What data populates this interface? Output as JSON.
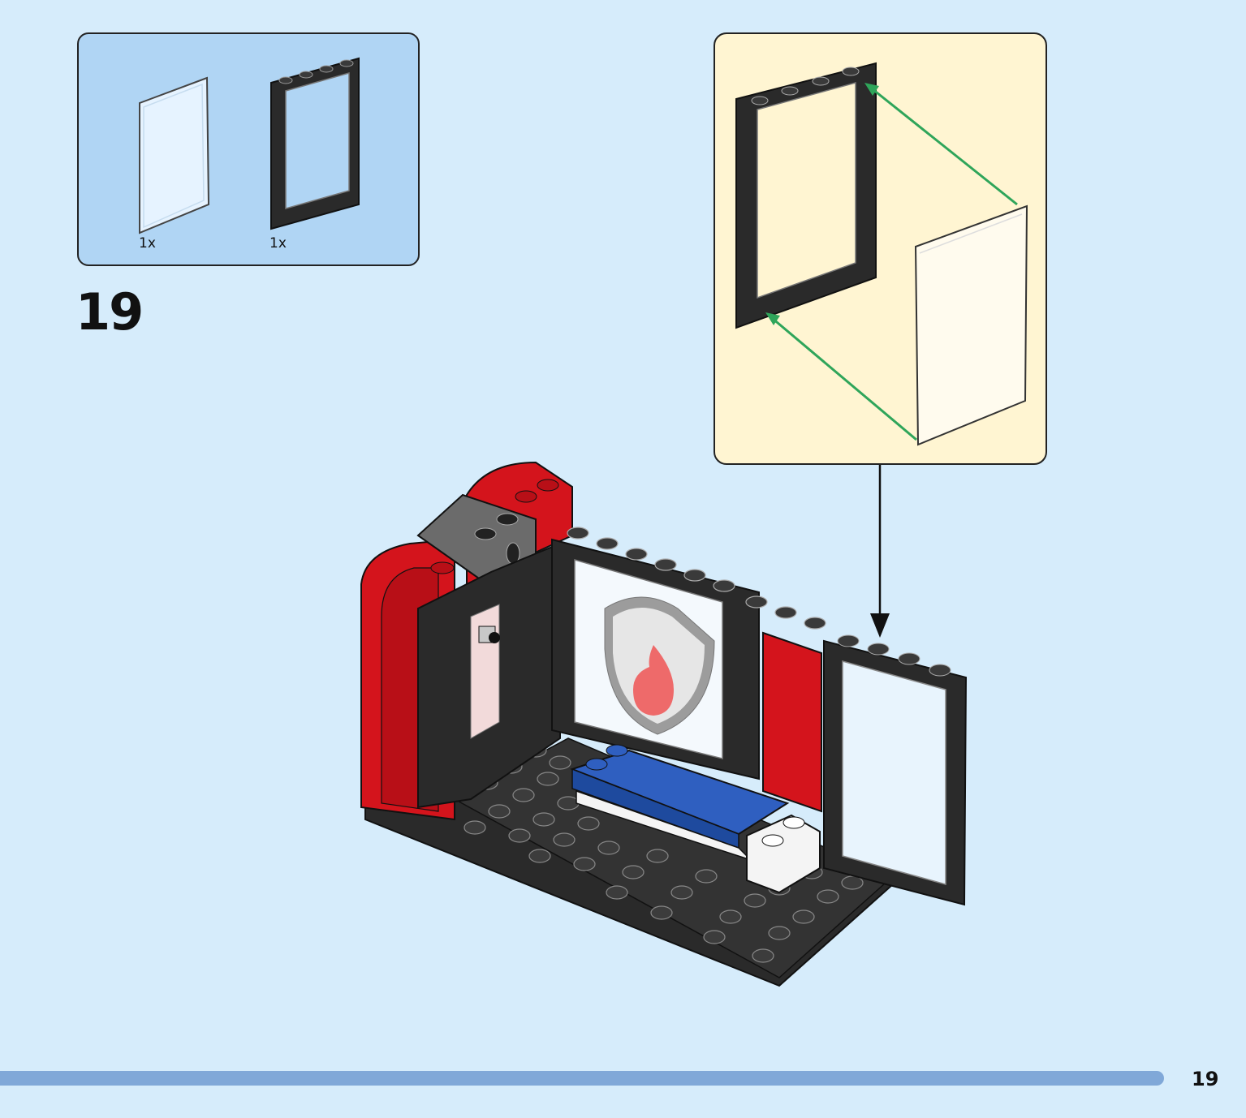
{
  "parts_list": {
    "items": [
      {
        "part": "glass-pane",
        "quantity": "1x"
      },
      {
        "part": "window-frame",
        "quantity": "1x"
      }
    ]
  },
  "step": {
    "number": "19"
  },
  "page": {
    "number": "19"
  },
  "colors": {
    "background": "#d6ecfb",
    "parts_box": "#b0d5f4",
    "callout_box": "#fff5d2",
    "brick_black": "#2a2a2a",
    "brick_red": "#d4141c",
    "brick_blue": "#2f5fc0",
    "arrow_green": "#2fa55a",
    "progress_bar": "#80a8d8"
  }
}
